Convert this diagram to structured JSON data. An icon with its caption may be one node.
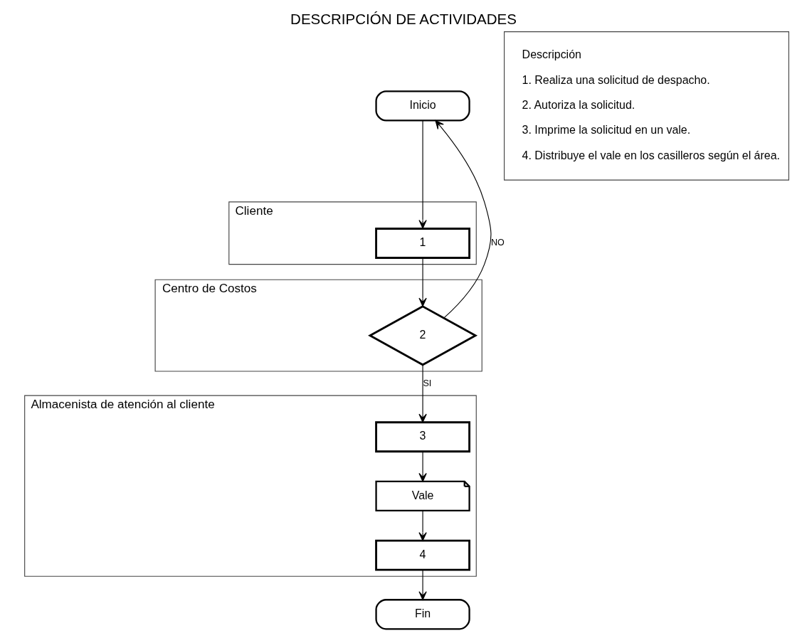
{
  "diagram": {
    "title": "DESCRIPCIÓN DE ACTIVIDADES",
    "nodes": [
      {
        "text": [
          "Inicio"
        ]
      },
      {
        "text": [
          "Cliente"
        ]
      },
      {
        "text": [
          "1"
        ],
        "in": 1
      },
      {
        "text": [
          "Centro de Costos"
        ]
      },
      {
        "text": [
          "2"
        ],
        "in": 3
      },
      {
        "text": [
          "Almacenista de atención al cliente"
        ]
      },
      {
        "text": [
          "3"
        ],
        "in": 5
      },
      {
        "text": [
          "Vale"
        ],
        "in": 5
      },
      {
        "text": [
          "4"
        ],
        "in": 5
      },
      {
        "text": [
          "Fin"
        ]
      },
      {
        "text": [
          "Descripción",
          "1. Realiza una solicitud de despacho.",
          "2. Autoriza la solicitud.",
          "3. Imprime la solicitud en un vale.",
          "4. Distribuye el vale en los casilleros según el área."
        ]
      }
    ],
    "edges": [
      {
        "from": 0,
        "to": 2,
        "arrow": "to"
      },
      {
        "from": 2,
        "to": 4,
        "arrow": "to"
      },
      {
        "from": 4,
        "to": 0,
        "arrow": "to",
        "label": "NO"
      },
      {
        "from": 4,
        "to": 6,
        "arrow": "to",
        "label": "SI"
      },
      {
        "from": 6,
        "to": 7,
        "arrow": "to"
      },
      {
        "from": 7,
        "to": 8,
        "arrow": "to"
      },
      {
        "from": 8,
        "to": 9,
        "arrow": "to"
      }
    ]
  }
}
